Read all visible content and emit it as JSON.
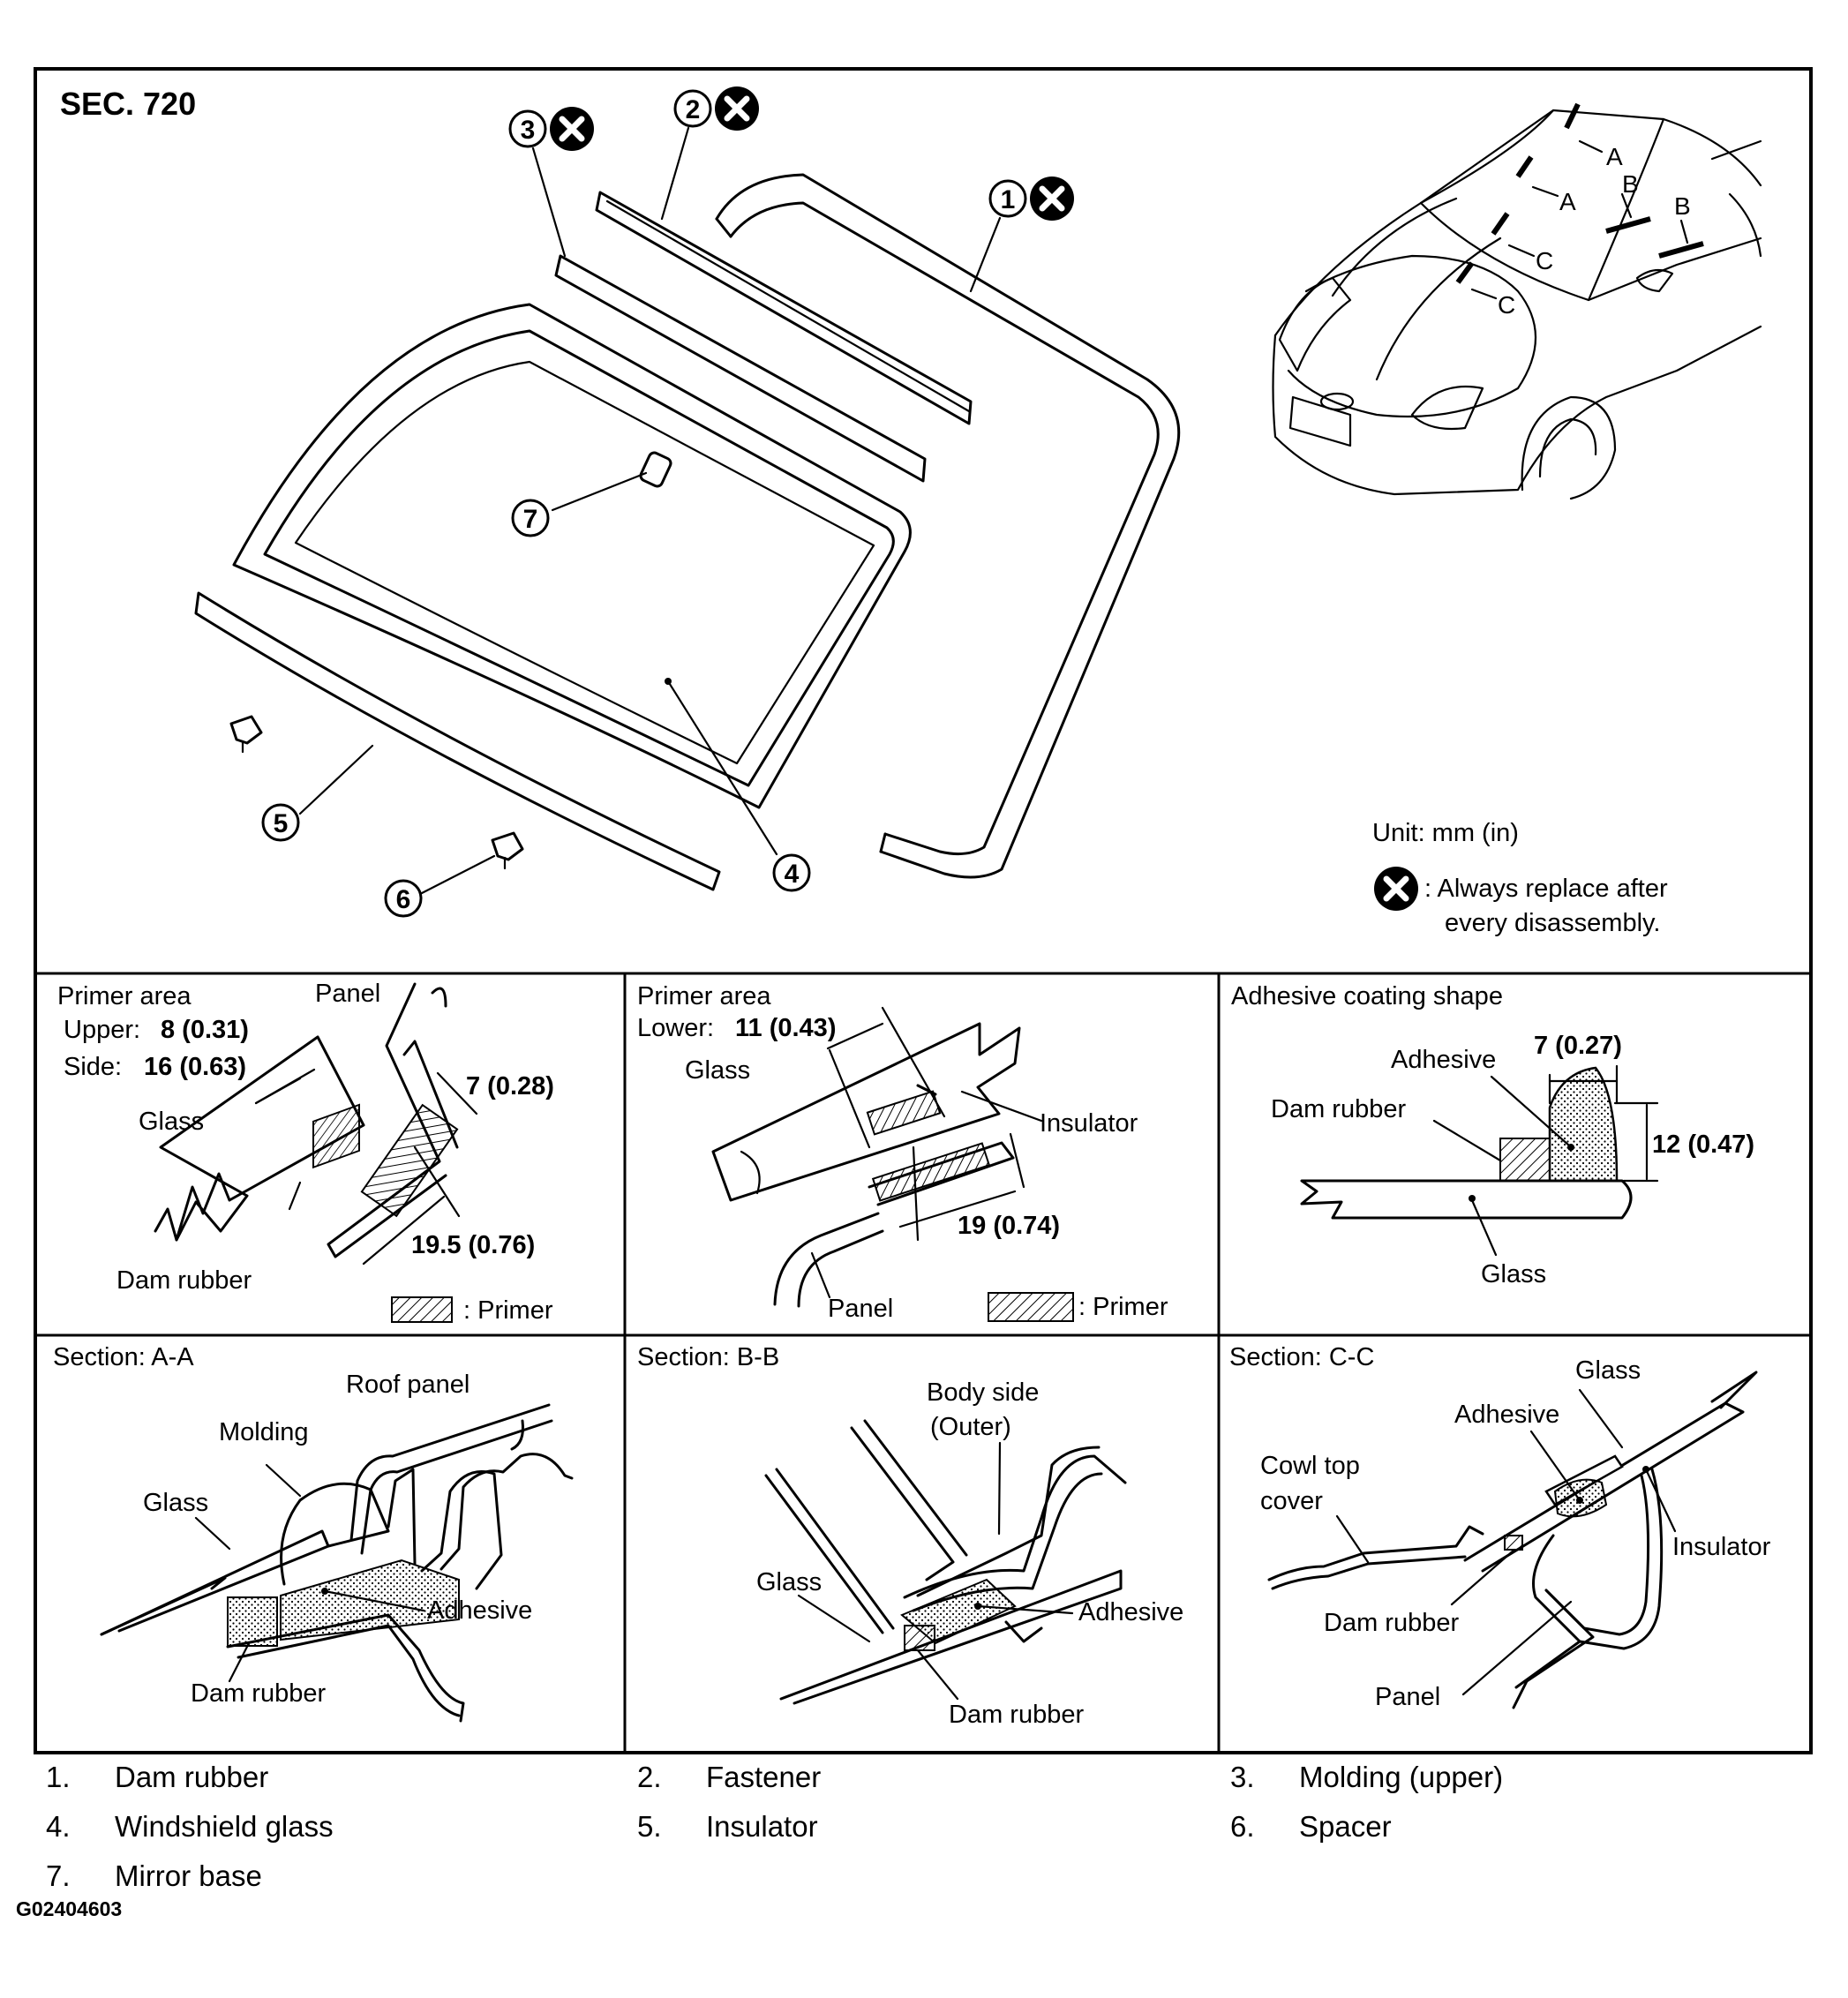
{
  "section_label": "SEC. 720",
  "callouts": {
    "c1": "1",
    "c2": "2",
    "c3": "3",
    "c4": "4",
    "c5": "5",
    "c6": "6",
    "c7": "7"
  },
  "car_marks": {
    "a": "A",
    "b": "B",
    "c": "C"
  },
  "notes": {
    "unit": "Unit: mm (in)",
    "replace_line1": ": Always replace after",
    "replace_line2": "every disassembly."
  },
  "panels": {
    "primer_upper": {
      "title": "Primer area",
      "upper_label": "Upper:",
      "upper_value": "8 (0.31)",
      "side_label": "Side:",
      "side_value": "16 (0.63)",
      "panel": "Panel",
      "glass": "Glass",
      "dam_rubber": "Dam rubber",
      "dim1": "7 (0.28)",
      "dim2": "19.5 (0.76)",
      "primer": ": Primer"
    },
    "primer_lower": {
      "title": "Primer area",
      "lower_label": "Lower:",
      "lower_value": "11 (0.43)",
      "glass": "Glass",
      "insulator": "Insulator",
      "dim": "19 (0.74)",
      "panel": "Panel",
      "primer": ": Primer"
    },
    "adhesive_shape": {
      "title": "Adhesive coating shape",
      "adhesive": "Adhesive",
      "width": "7 (0.27)",
      "dam_rubber": "Dam rubber",
      "height": "12 (0.47)",
      "glass": "Glass"
    },
    "section_aa": {
      "title": "Section: A-A",
      "roof_panel": "Roof panel",
      "molding": "Molding",
      "glass": "Glass",
      "adhesive": "Adhesive",
      "dam_rubber": "Dam rubber"
    },
    "section_bb": {
      "title": "Section: B-B",
      "body_side_1": "Body side",
      "body_side_2": "(Outer)",
      "glass": "Glass",
      "adhesive": "Adhesive",
      "dam_rubber": "Dam rubber"
    },
    "section_cc": {
      "title": "Section: C-C",
      "glass": "Glass",
      "adhesive": "Adhesive",
      "cowl_1": "Cowl top",
      "cowl_2": "cover",
      "insulator": "Insulator",
      "dam_rubber": "Dam rubber",
      "panel": "Panel"
    }
  },
  "legend": [
    {
      "num": "1.",
      "label": "Dam rubber"
    },
    {
      "num": "2.",
      "label": "Fastener"
    },
    {
      "num": "3.",
      "label": "Molding (upper)"
    },
    {
      "num": "4.",
      "label": "Windshield glass"
    },
    {
      "num": "5.",
      "label": "Insulator"
    },
    {
      "num": "6.",
      "label": "Spacer"
    },
    {
      "num": "7.",
      "label": "Mirror base"
    }
  ],
  "figure_code": "G02404603"
}
